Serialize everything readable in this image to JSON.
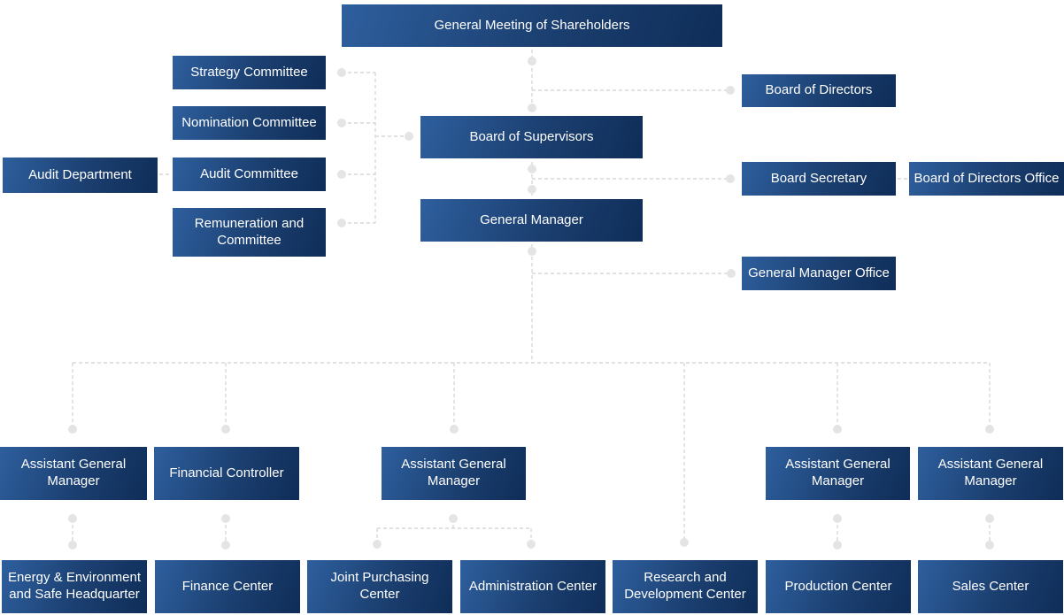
{
  "nodes": {
    "general_meeting": {
      "label": "General Meeting of Shareholders"
    },
    "strategy_committee": {
      "label": "Strategy Committee"
    },
    "nomination_committee": {
      "label": "Nomination Committee"
    },
    "audit_committee": {
      "label": "Audit Committee"
    },
    "remuneration_committee": {
      "label": "Remuneration and Committee"
    },
    "audit_department": {
      "label": "Audit Department"
    },
    "board_of_supervisors": {
      "label": "Board of Supervisors"
    },
    "general_manager": {
      "label": "General Manager"
    },
    "board_of_directors": {
      "label": "Board of Directors"
    },
    "board_secretary": {
      "label": "Board Secretary"
    },
    "board_of_directors_office": {
      "label": "Board of Directors Office"
    },
    "general_manager_office": {
      "label": "General Manager Office"
    },
    "assistant_gm_1": {
      "label": "Assistant General Manager"
    },
    "financial_controller": {
      "label": "Financial Controller"
    },
    "assistant_gm_2": {
      "label": "Assistant General Manager"
    },
    "assistant_gm_3": {
      "label": "Assistant General Manager"
    },
    "assistant_gm_4": {
      "label": "Assistant General Manager"
    },
    "energy_environment_hq": {
      "label": "Energy & Environment and Safe Headquarter"
    },
    "finance_center": {
      "label": "Finance Center"
    },
    "joint_purchasing_center": {
      "label": "Joint Purchasing Center"
    },
    "administration_center": {
      "label": "Administration Center"
    },
    "rnd_center": {
      "label": "Research and Development Center"
    },
    "production_center": {
      "label": "Production Center"
    },
    "sales_center": {
      "label": "Sales Center"
    }
  },
  "colors": {
    "box_gradient_start": "#2e5f9e",
    "box_gradient_mid": "#1b3f70",
    "box_gradient_end": "#0f2d58",
    "connector_line": "#d9d9d9",
    "connector_dot": "#e4e4e4",
    "text": "#ffffff",
    "background": "#ffffff"
  }
}
